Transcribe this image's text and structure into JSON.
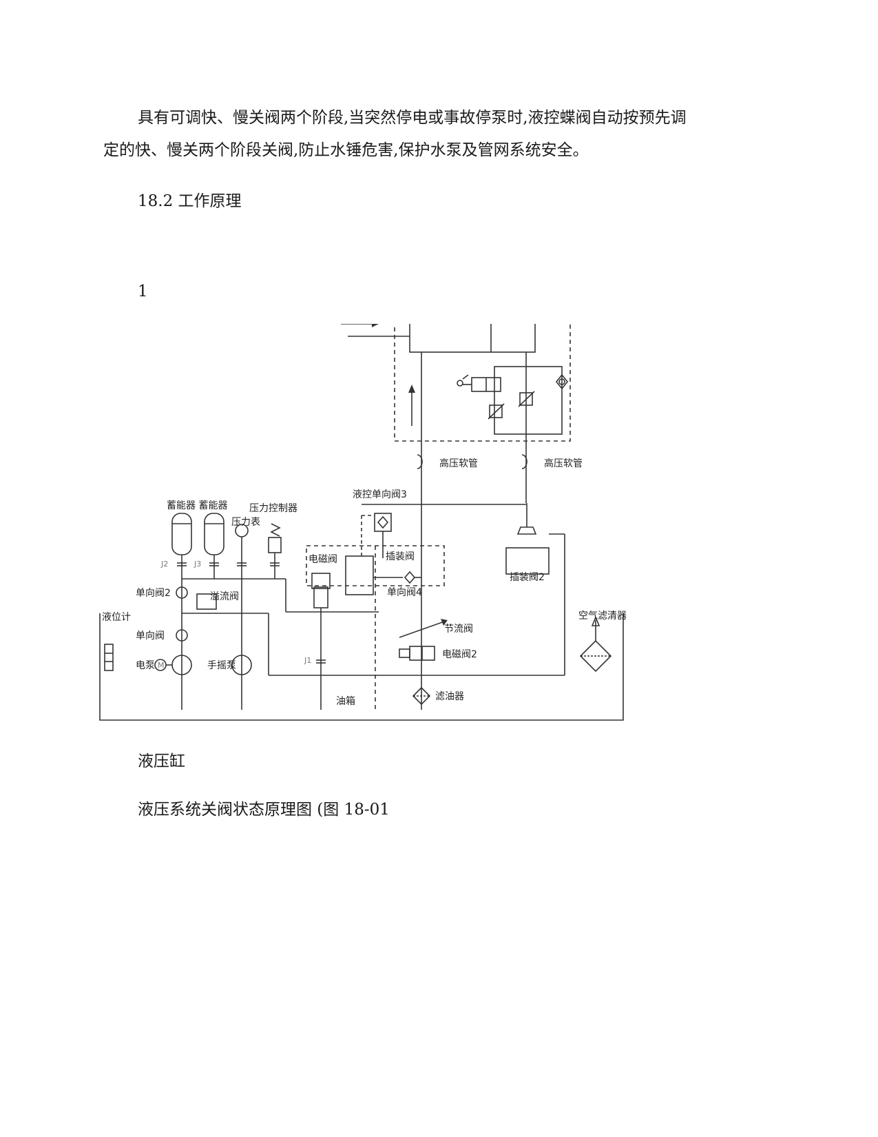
{
  "paragraph": {
    "line1": "具有可调快、慢关阀两个阶段,当突然停电或事故停泵时,液控蝶阀自动按预先调",
    "line2": "定的快、慢关两个阶段关阀,防止水锤危害,保护水泵及管网系统安全。"
  },
  "section_heading": "18.2 工作原理",
  "item_number": "1",
  "diagram": {
    "labels": {
      "hose_left": "高压软管",
      "hose_right": "高压软管",
      "pilot_check": "液控单向阀3",
      "accumulators": "蓄能器 蓄能器",
      "pressure_controller": "压力控制器",
      "pressure_gauge": "压力表",
      "j2": "J2",
      "j3": "J3",
      "solenoid_valve": "电磁阀",
      "cartridge_valve": "插装阀",
      "cartridge_valve_2": "插装阀2",
      "check_valve_4": "单向阀4",
      "check_valve_a": "单向阀2",
      "relief_valve": "溢流阀",
      "level_gauge": "液位计",
      "check_valve_b": "单向阀",
      "electric_pump": "电泵",
      "motor": "M",
      "hand_pump": "手摇泵",
      "throttle_valve": "节流阀",
      "solenoid_valve_2": "电磁阀2",
      "j1": "J1",
      "oil_tank": "油箱",
      "oil_filter": "滤油器",
      "air_filter": "空气滤清器"
    }
  },
  "caption_component": "液压缸",
  "caption_figure": "液压系统关阀状态原理图 (图 18-01"
}
